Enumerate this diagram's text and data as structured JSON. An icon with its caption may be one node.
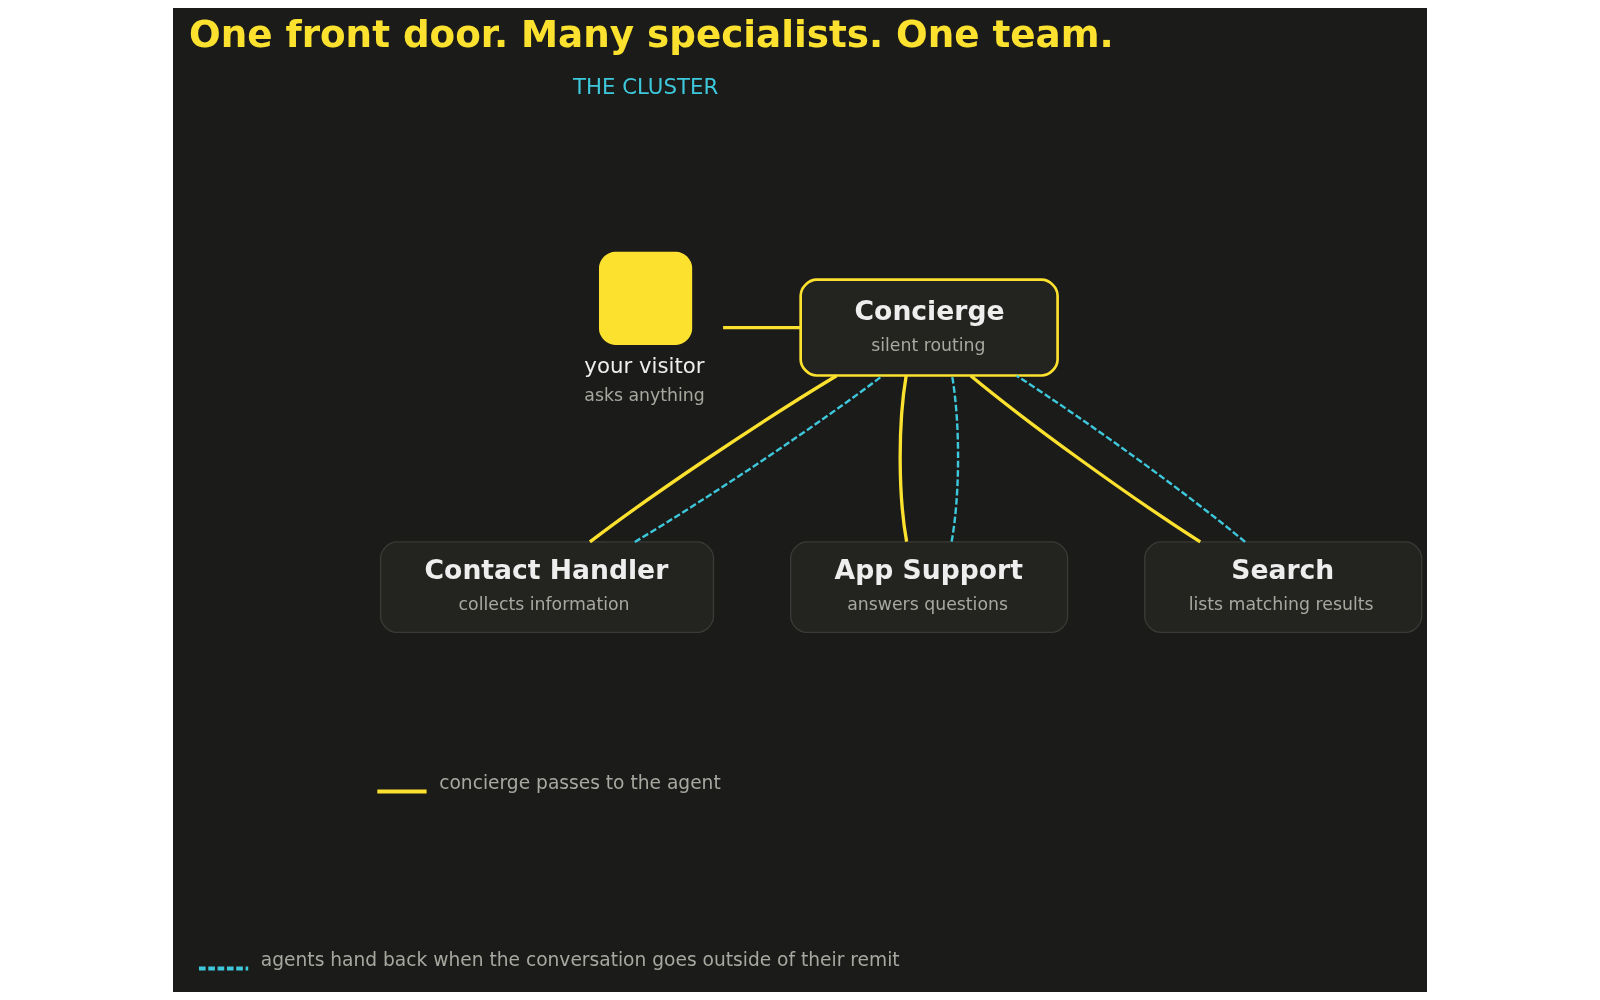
{
  "diagram": {
    "title": "One front door. Many specialists. One team.",
    "nodes": [
      {
        "text": [
          "your visitor",
          "asks anything"
        ]
      },
      {
        "text": [
          "Concierge",
          "silent routing"
        ]
      },
      {
        "text": [
          "Contact Handler",
          "collects information"
        ]
      },
      {
        "text": [
          "App Support",
          "answers questions"
        ]
      },
      {
        "text": [
          "Search",
          "lists matching results"
        ]
      }
    ],
    "edges": [
      {
        "from": 0,
        "to": 1,
        "arrow": "none"
      },
      {
        "from": 1,
        "to": 2,
        "arrow": "none"
      },
      {
        "from": 1,
        "to": 3,
        "arrow": "none"
      },
      {
        "from": 1,
        "to": 4,
        "arrow": "none"
      },
      {
        "from": 2,
        "to": 1,
        "arrow": "none",
        "style": "dashed",
        "color": "#3ec8dc"
      },
      {
        "from": 3,
        "to": 1,
        "arrow": "none",
        "style": "dashed",
        "color": "#3ec8dc"
      },
      {
        "from": 4,
        "to": 1,
        "arrow": "none",
        "style": "dashed",
        "color": "#3ec8dc"
      }
    ],
    "labels": [
      "THE CLUSTER"
    ],
    "legend": [
      {
        "text": "concierge passes to the agent"
      },
      {
        "text": "agents hand back when the conversation goes outside of their remit"
      }
    ]
  }
}
